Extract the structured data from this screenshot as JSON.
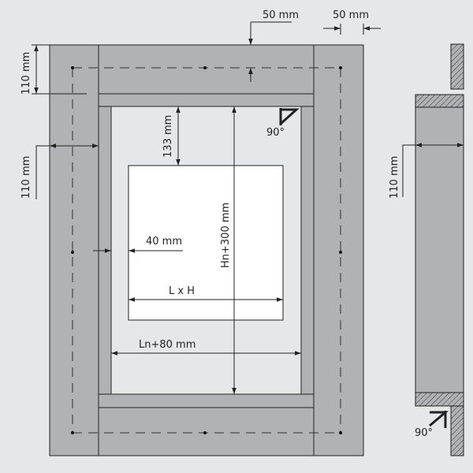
{
  "labels": {
    "top_offset": "50 mm",
    "right_offset": "50 mm",
    "frame_top_width": "110 mm",
    "frame_side_width": "110 mm",
    "top_gap": "133 mm",
    "side_gap": "40 mm",
    "opening_height": "Hn+300 mm",
    "window_size": "L x H",
    "opening_width": "Ln+80 mm",
    "angle_front": "90°",
    "side_depth": "110 mm",
    "angle_side": "90°"
  },
  "colors": {
    "background": "#e6e7e8",
    "frame": "#b1b2b5",
    "window": "#ffffff",
    "line": "#222222"
  }
}
